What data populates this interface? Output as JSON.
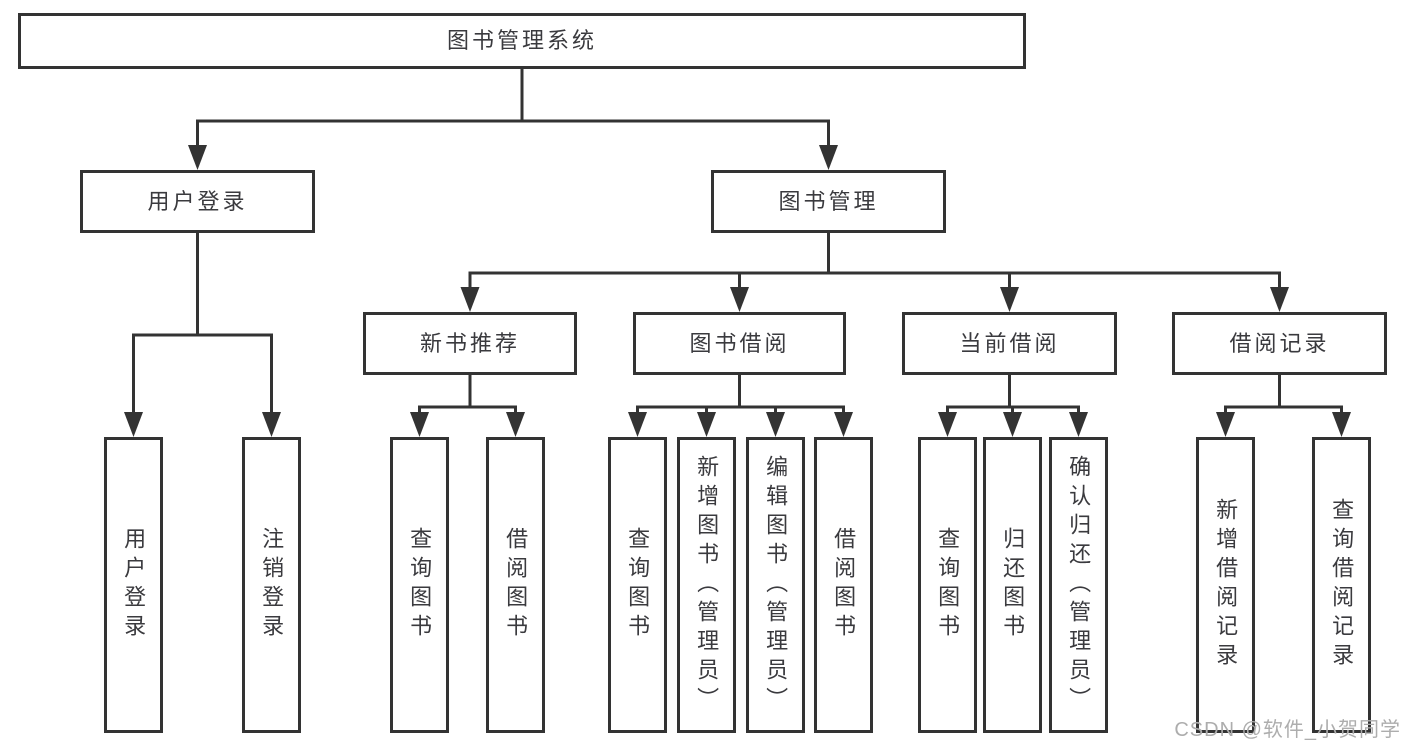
{
  "diagram": {
    "title": "图书管理系统",
    "root": {
      "label": "图书管理系统"
    },
    "level2": [
      {
        "label": "用户登录"
      },
      {
        "label": "图书管理"
      }
    ],
    "level3": [
      {
        "label": "新书推荐",
        "parent": "图书管理"
      },
      {
        "label": "图书借阅",
        "parent": "图书管理"
      },
      {
        "label": "当前借阅",
        "parent": "图书管理"
      },
      {
        "label": "借阅记录",
        "parent": "图书管理"
      }
    ],
    "leaves": [
      {
        "label": "用户登录",
        "parent": "用户登录"
      },
      {
        "label": "注销登录",
        "parent": "用户登录"
      },
      {
        "label": "查询图书",
        "parent": "新书推荐"
      },
      {
        "label": "借阅图书",
        "parent": "新书推荐"
      },
      {
        "label": "查询图书",
        "parent": "图书借阅"
      },
      {
        "label": "新增图书（管理员）",
        "parent": "图书借阅"
      },
      {
        "label": "编辑图书（管理员）",
        "parent": "图书借阅"
      },
      {
        "label": "借阅图书",
        "parent": "图书借阅"
      },
      {
        "label": "查询图书",
        "parent": "当前借阅"
      },
      {
        "label": "归还图书",
        "parent": "当前借阅"
      },
      {
        "label": "确认归还（管理员）",
        "parent": "当前借阅"
      },
      {
        "label": "新增借阅记录",
        "parent": "借阅记录"
      },
      {
        "label": "查询借阅记录",
        "parent": "借阅记录"
      }
    ]
  },
  "watermark": {
    "text": "CSDN @软件_小贺同学"
  },
  "colors": {
    "line": "#333333",
    "box_border": "#333333",
    "box_fill": "#ffffff",
    "text": "#3a3a3e",
    "background": "#ffffff",
    "watermark": "#adadad"
  }
}
